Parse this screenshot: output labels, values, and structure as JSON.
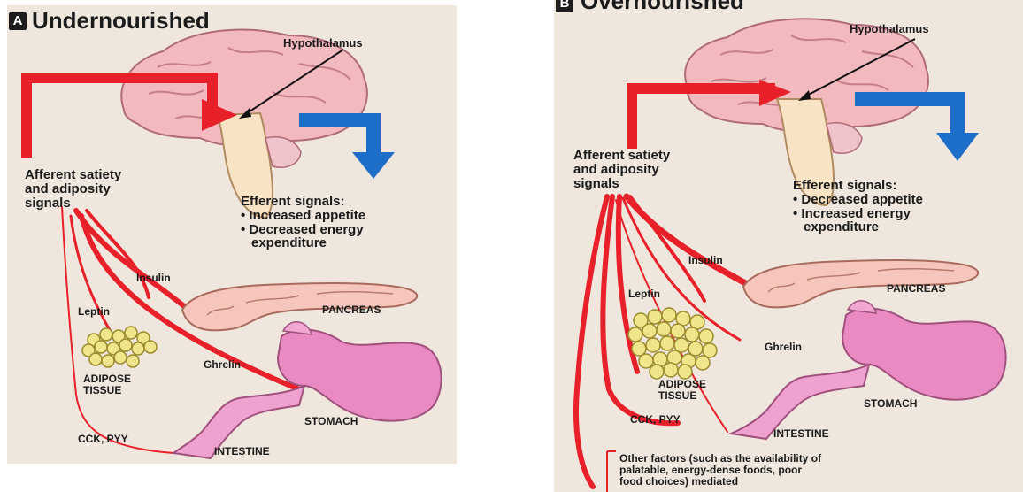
{
  "colors": {
    "background": "#efe7dd",
    "afferent_red": "#e8202a",
    "efferent_blue": "#1d6ec8",
    "brain_pink": "#f2b9bf",
    "pancreas_pink": "#f6c6bc",
    "stomach_pink": "#e98ac2",
    "fat_yellow": "#efe58a"
  },
  "icons": [
    "brain-icon",
    "pancreas-icon",
    "stomach-icon",
    "intestine-icon",
    "adipose-tissue-icon"
  ],
  "panel_a": {
    "letter": "A",
    "title": "Undernourished",
    "hypothalamus": "Hypothalamus",
    "afferent": [
      "Afferent satiety",
      "and adiposity",
      "signals"
    ],
    "efferent_heading": "Efferent signals:",
    "efferent_items": [
      "• Increased appetite",
      "• Decreased energy",
      "expenditure"
    ],
    "insulin": "Insulin",
    "leptin": "Leptin",
    "pancreas": "PANCREAS",
    "ghrelin": "Ghrelin",
    "adipose": [
      "ADIPOSE",
      "TISSUE"
    ],
    "stomach": "STOMACH",
    "cck": "CCK, PYY",
    "intestine": "INTESTINE"
  },
  "panel_b": {
    "letter": "B",
    "title": "Overnourished",
    "hypothalamus": "Hypothalamus",
    "afferent": [
      "Afferent satiety",
      "and adiposity",
      "signals"
    ],
    "efferent_heading": "Efferent signals:",
    "efferent_items": [
      "• Decreased appetite",
      "• Increased energy",
      "expenditure"
    ],
    "insulin": "Insulin",
    "leptin": "Leptin",
    "pancreas": "PANCREAS",
    "ghrelin": "Ghrelin",
    "adipose": [
      "ADIPOSE",
      "TISSUE"
    ],
    "stomach": "STOMACH",
    "cck": "CCK, PYY",
    "intestine": "INTESTINE",
    "other_factors": [
      "Other factors (such as the availability of",
      "palatable, energy-dense foods, poor",
      "food choices) mediated"
    ]
  }
}
